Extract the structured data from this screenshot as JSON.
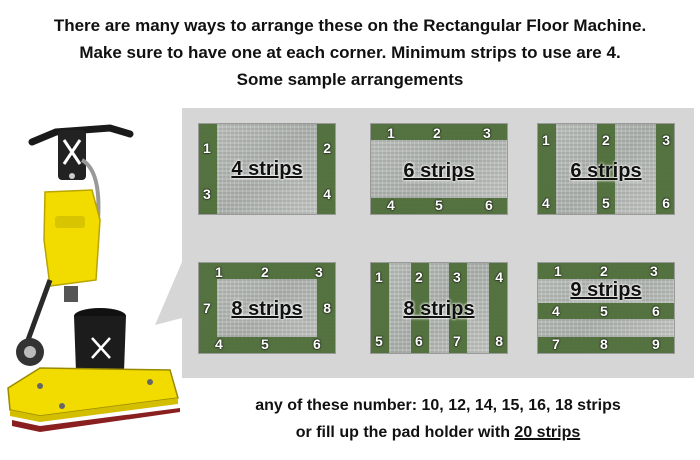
{
  "header": {
    "line1": "There are many ways to arrange these on the Rectangular Floor Machine.",
    "line2": "Make sure to have one at each corner. Minimum strips to use are 4.",
    "line3": "Some sample arrangements"
  },
  "tiles": [
    {
      "label": "4 strips",
      "numbers": [
        "1",
        "2",
        "3",
        "4"
      ]
    },
    {
      "label": "6 strips",
      "numbers": [
        "1",
        "2",
        "3",
        "4",
        "5",
        "6"
      ]
    },
    {
      "label": "6 strips",
      "numbers": [
        "1",
        "2",
        "3",
        "4",
        "5",
        "6"
      ]
    },
    {
      "label": "8 strips",
      "numbers": [
        "1",
        "2",
        "3",
        "7",
        "8",
        "4",
        "5",
        "6"
      ]
    },
    {
      "label": "8 strips",
      "numbers": [
        "1",
        "2",
        "3",
        "4",
        "5",
        "6",
        "7",
        "8"
      ]
    },
    {
      "label": "9 strips",
      "numbers": [
        "1",
        "2",
        "3",
        "4",
        "5",
        "6",
        "7",
        "8",
        "9"
      ]
    }
  ],
  "footer": {
    "line1": "any of these number: 10, 12, 14, 15, 16, 18 strips",
    "line2_prefix": "or fill up the pad holder with ",
    "line2_emphasis": "20 strips"
  },
  "colors": {
    "strip_green": "#4f6e3a",
    "panel_gray": "#d6d6d6",
    "machine_yellow": "#f2dc00"
  }
}
